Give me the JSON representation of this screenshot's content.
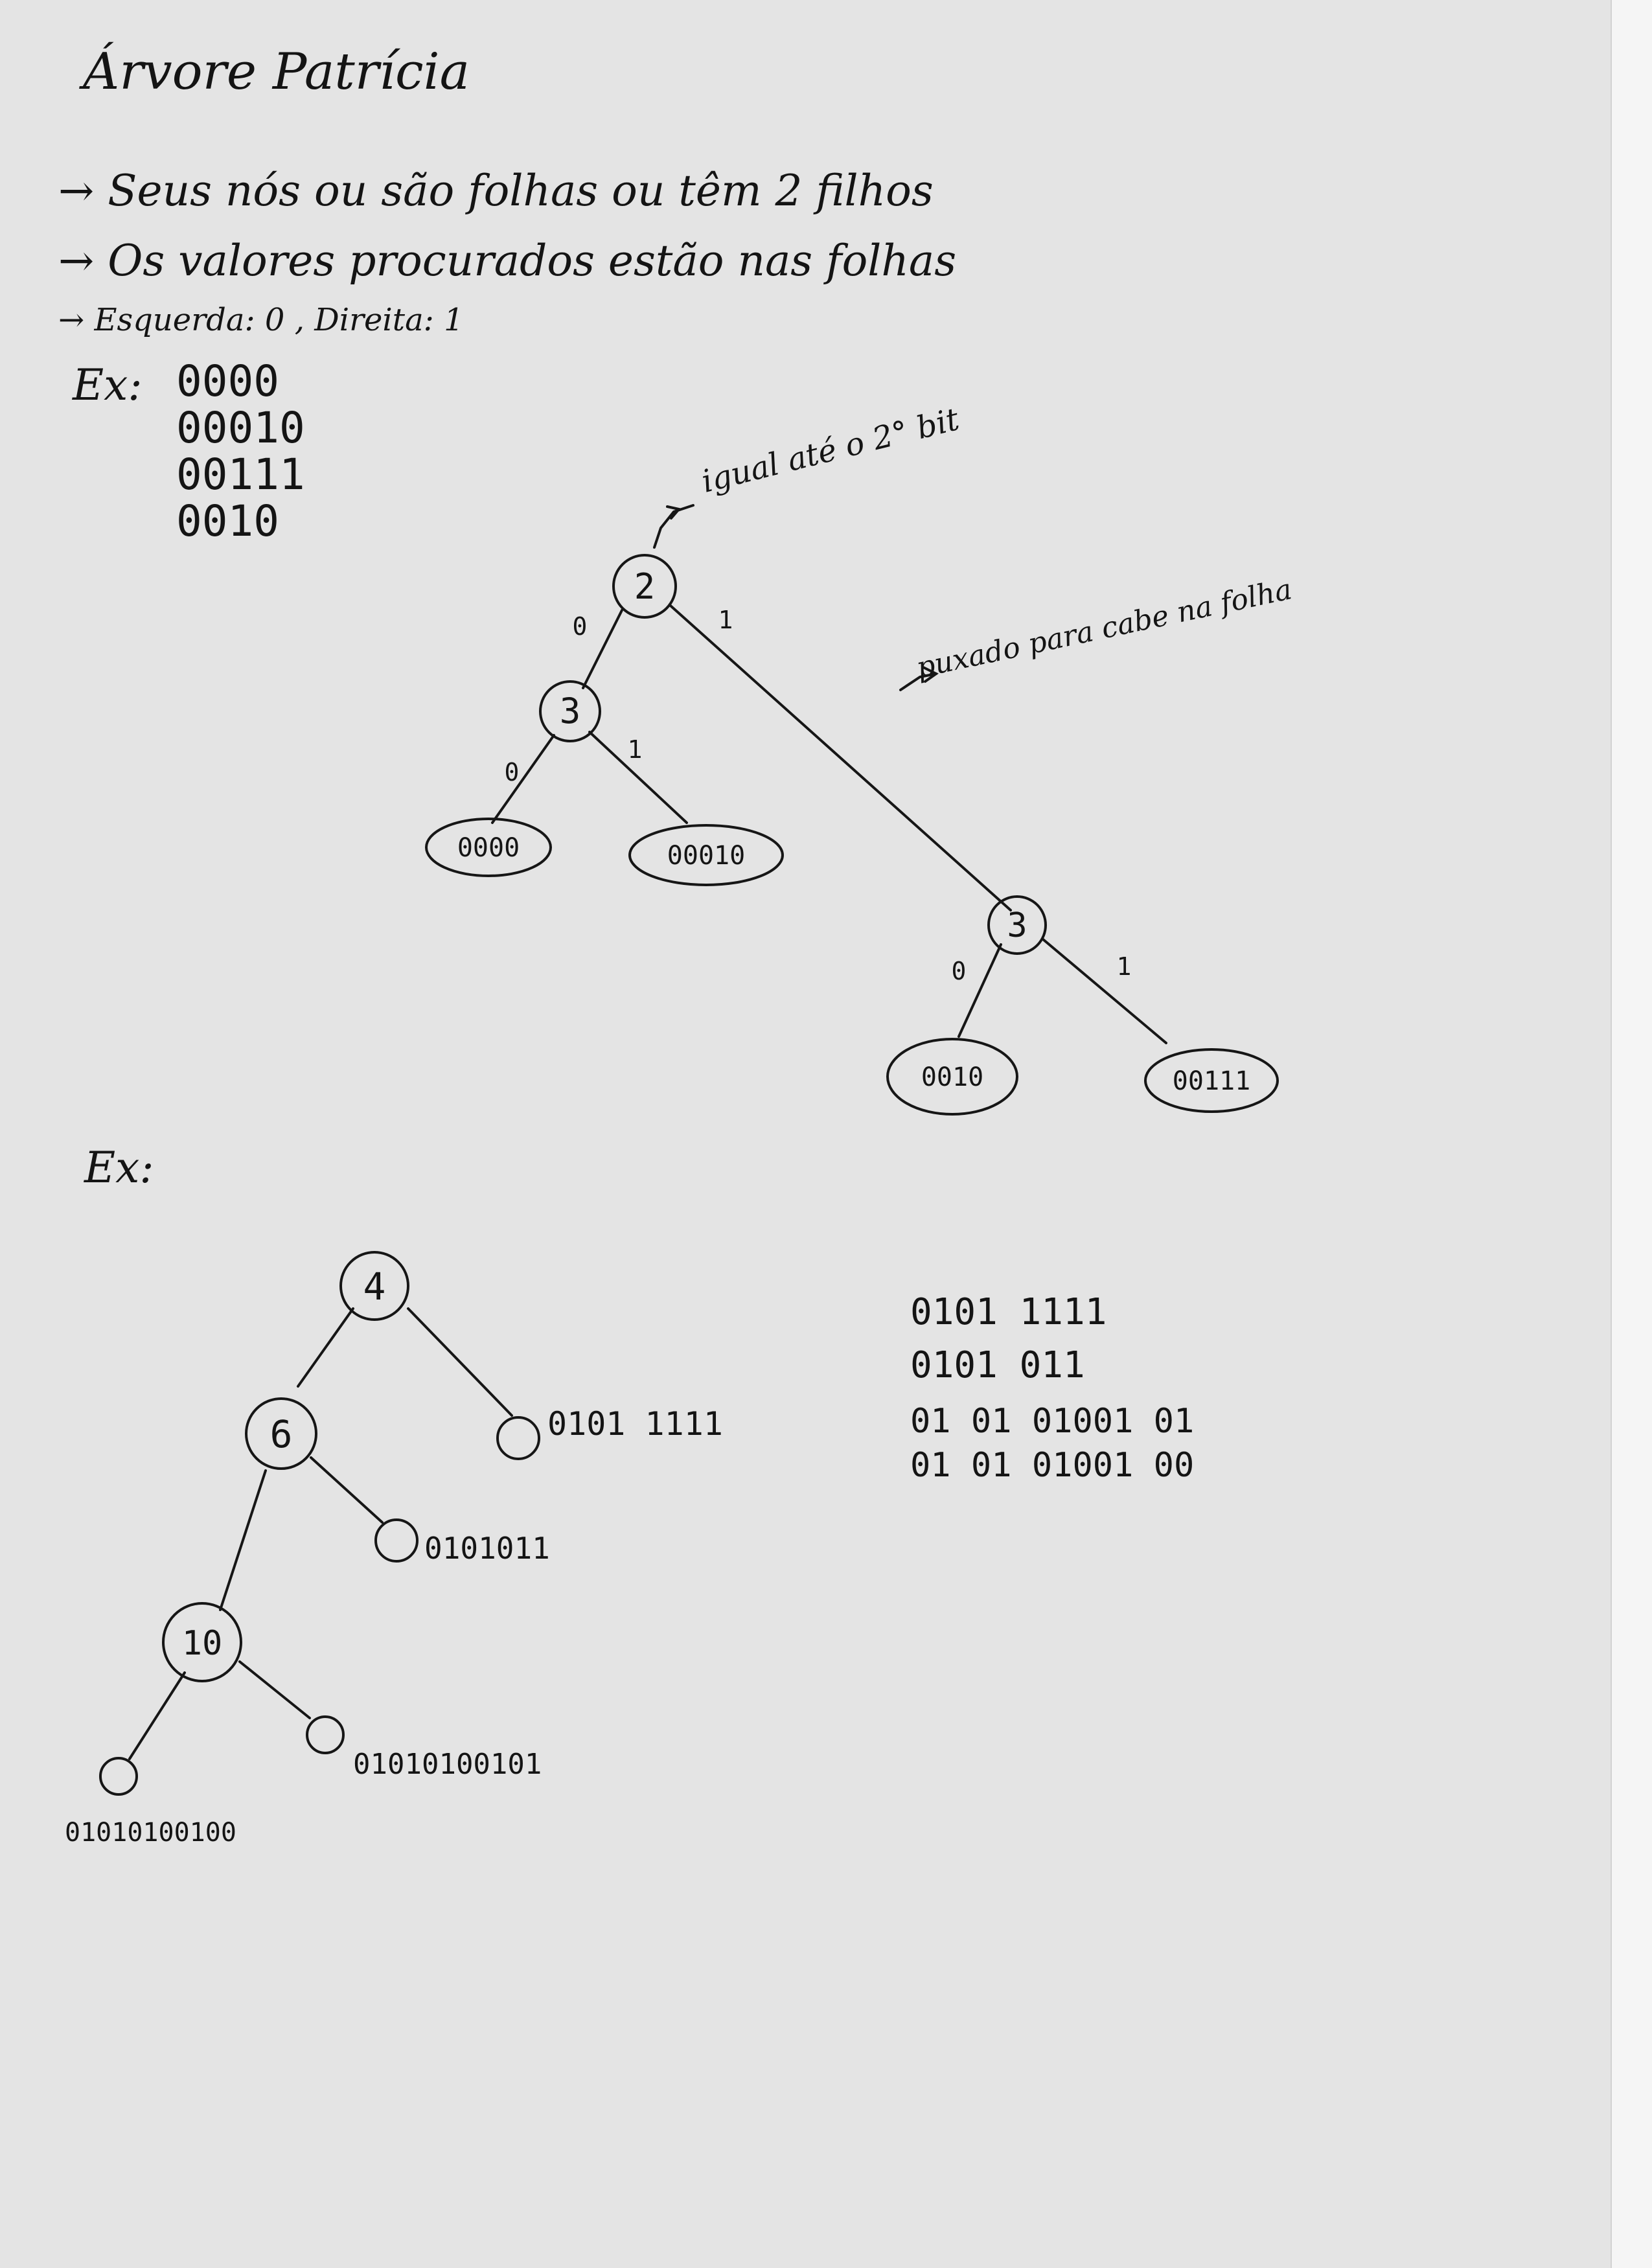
{
  "title": "Árvore Patrícia",
  "bullets": [
    {
      "marker": "→",
      "text": "Seus nós ou são folhas ou têm 2 filhos"
    },
    {
      "marker": "→",
      "text": "Os valores procurados estão nas folhas"
    },
    {
      "marker": "→",
      "text": "Esquerda: 0 , Direita: 1"
    }
  ],
  "example1": {
    "label": "Ex:",
    "keys": [
      "0000",
      "00010",
      "00111",
      "0010"
    ],
    "annotation_root": "igual até o 2° bit",
    "annotation_edge": "puxado para cabe na folha",
    "nodes": {
      "root": "2",
      "left": "3",
      "right": "3",
      "leaf_ll": "0000",
      "leaf_lr": "00010",
      "leaf_rl": "0010",
      "leaf_rr": "00111"
    },
    "edges": {
      "root_left": "0",
      "root_right": "1",
      "left_left": "0",
      "left_right": "1",
      "right_left": "0",
      "right_right": "1"
    }
  },
  "example2": {
    "label": "Ex:",
    "keys": [
      "0101 1111",
      "0101 011",
      "01 01 01001 01",
      "01 01 01001 00"
    ],
    "nodes": {
      "root": "4",
      "mid": "6",
      "low": "10"
    },
    "leaves": {
      "a": "0101 1111",
      "b": "0101011",
      "c": "01010100101",
      "d": "01010100100"
    }
  }
}
